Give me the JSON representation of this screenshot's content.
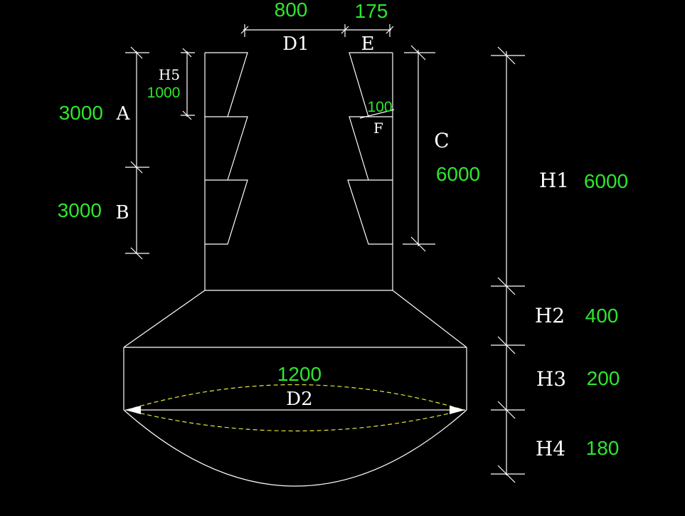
{
  "colors": {
    "background": "#000000",
    "line": "#ffffff",
    "value": "#2ee62e",
    "dashed": "#e6e63c"
  },
  "dimensions": {
    "D1": {
      "label": "D1",
      "value": "800"
    },
    "E": {
      "label": "E",
      "value": "175"
    },
    "A": {
      "label": "A",
      "value": "3000"
    },
    "B": {
      "label": "B",
      "value": "3000"
    },
    "H5": {
      "label": "H5",
      "value": "1000"
    },
    "F": {
      "label": "F",
      "value": "100"
    },
    "C": {
      "label": "C",
      "value": "6000"
    },
    "H1": {
      "label": "H1",
      "value": "6000"
    },
    "H2": {
      "label": "H2",
      "value": "400"
    },
    "H3": {
      "label": "H3",
      "value": "200"
    },
    "H4": {
      "label": "H4",
      "value": "180"
    },
    "D2": {
      "label": "D2",
      "value": "1200"
    }
  }
}
